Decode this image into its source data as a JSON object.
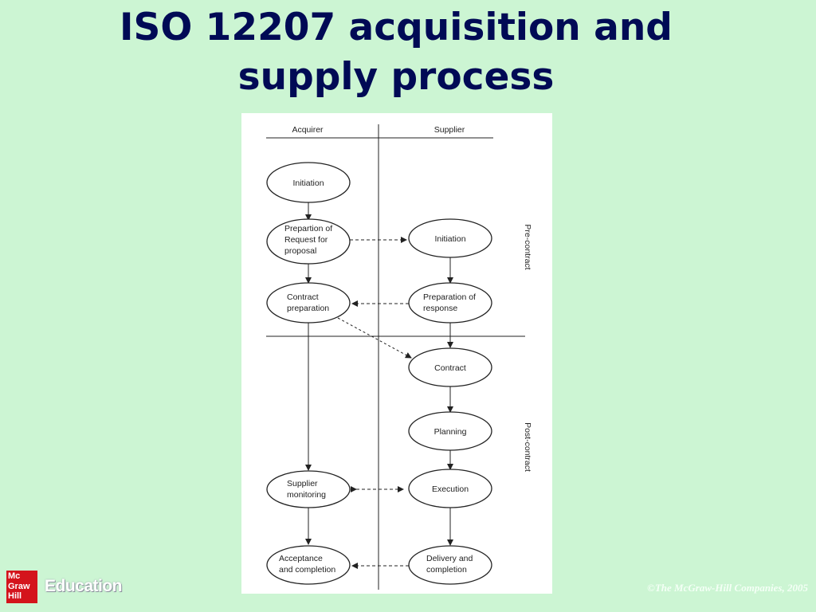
{
  "slide": {
    "title_line1": "ISO 12207 acquisition and",
    "title_line2": "supply process"
  },
  "diagram": {
    "lanes": {
      "acquirer": "Acquirer",
      "supplier": "Supplier"
    },
    "phases": {
      "pre": "Pre-contract",
      "post": "Post-contract"
    },
    "nodes": {
      "acq_initiation": [
        "Initiation"
      ],
      "acq_rfp": [
        "Prepartion of",
        "Request for",
        "proposal"
      ],
      "acq_contract_prep": [
        "Contract",
        "preparation"
      ],
      "acq_monitoring": [
        "Supplier",
        "monitoring"
      ],
      "acq_acceptance": [
        "Acceptance",
        "and completion"
      ],
      "sup_initiation": [
        "Initiation"
      ],
      "sup_response": [
        "Preparation of",
        "response"
      ],
      "sup_contract": [
        "Contract"
      ],
      "sup_planning": [
        "Planning"
      ],
      "sup_execution": [
        "Execution"
      ],
      "sup_delivery": [
        "Delivery and",
        "completion"
      ]
    }
  },
  "footer": {
    "logo_lines": [
      "Mc",
      "Graw",
      "Hill"
    ],
    "education": "Education",
    "copyright": "©The McGraw-Hill Companies, 2005"
  },
  "colors": {
    "background": "#ccf5d3",
    "title": "#000a55",
    "logo": "#d4141c"
  }
}
